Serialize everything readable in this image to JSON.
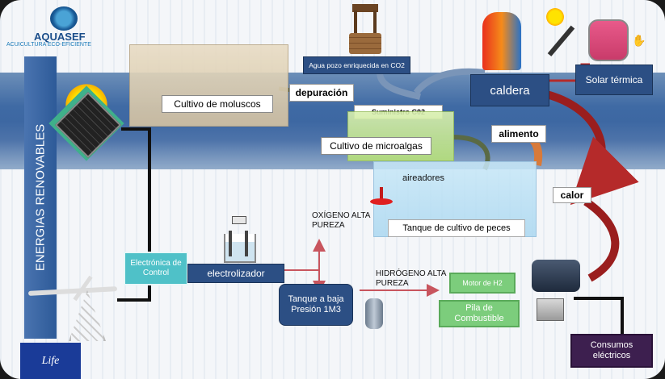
{
  "logo": {
    "name": "AQUASEF",
    "tagline": "ACUICULTURA ECO-EFICIENTE"
  },
  "side_label": "ENERGIAS RENOVABLES",
  "boxes": {
    "moluscos": "Cultivo de moluscos",
    "depuracion": "depuración",
    "agua_pozo": "Agua pozo enriquecida en CO2",
    "suministro": "Suministro C02",
    "microalgas": "Cultivo de microalgas",
    "caldera": "caldera",
    "solar": "Solar térmica",
    "alimento": "alimento",
    "aireadores": "aireadores",
    "calor": "calor",
    "peces": "Tanque de cultivo de peces",
    "oxigeno": "OXÍGENO ALTA PUREZA",
    "hidrogeno": "HIDRÓGENO ALTA PUREZA",
    "electronica": "Electrónica de Control",
    "electrolizador": "electrolizador",
    "tanque": "Tanque a baja Presión 1M3",
    "motor": "Motor de H2",
    "pila": "Pila de Combustible",
    "consumos": "Consumos eléctricos"
  },
  "eu_logo": "Life",
  "colors": {
    "band": "#3f6aa4",
    "tealbox": "#4fc1c8",
    "navy": "#1f3a6a",
    "green": "#7ccd7c",
    "purple": "#3d1f4f",
    "red": "#b52a2a",
    "pink": "#c8555e"
  }
}
